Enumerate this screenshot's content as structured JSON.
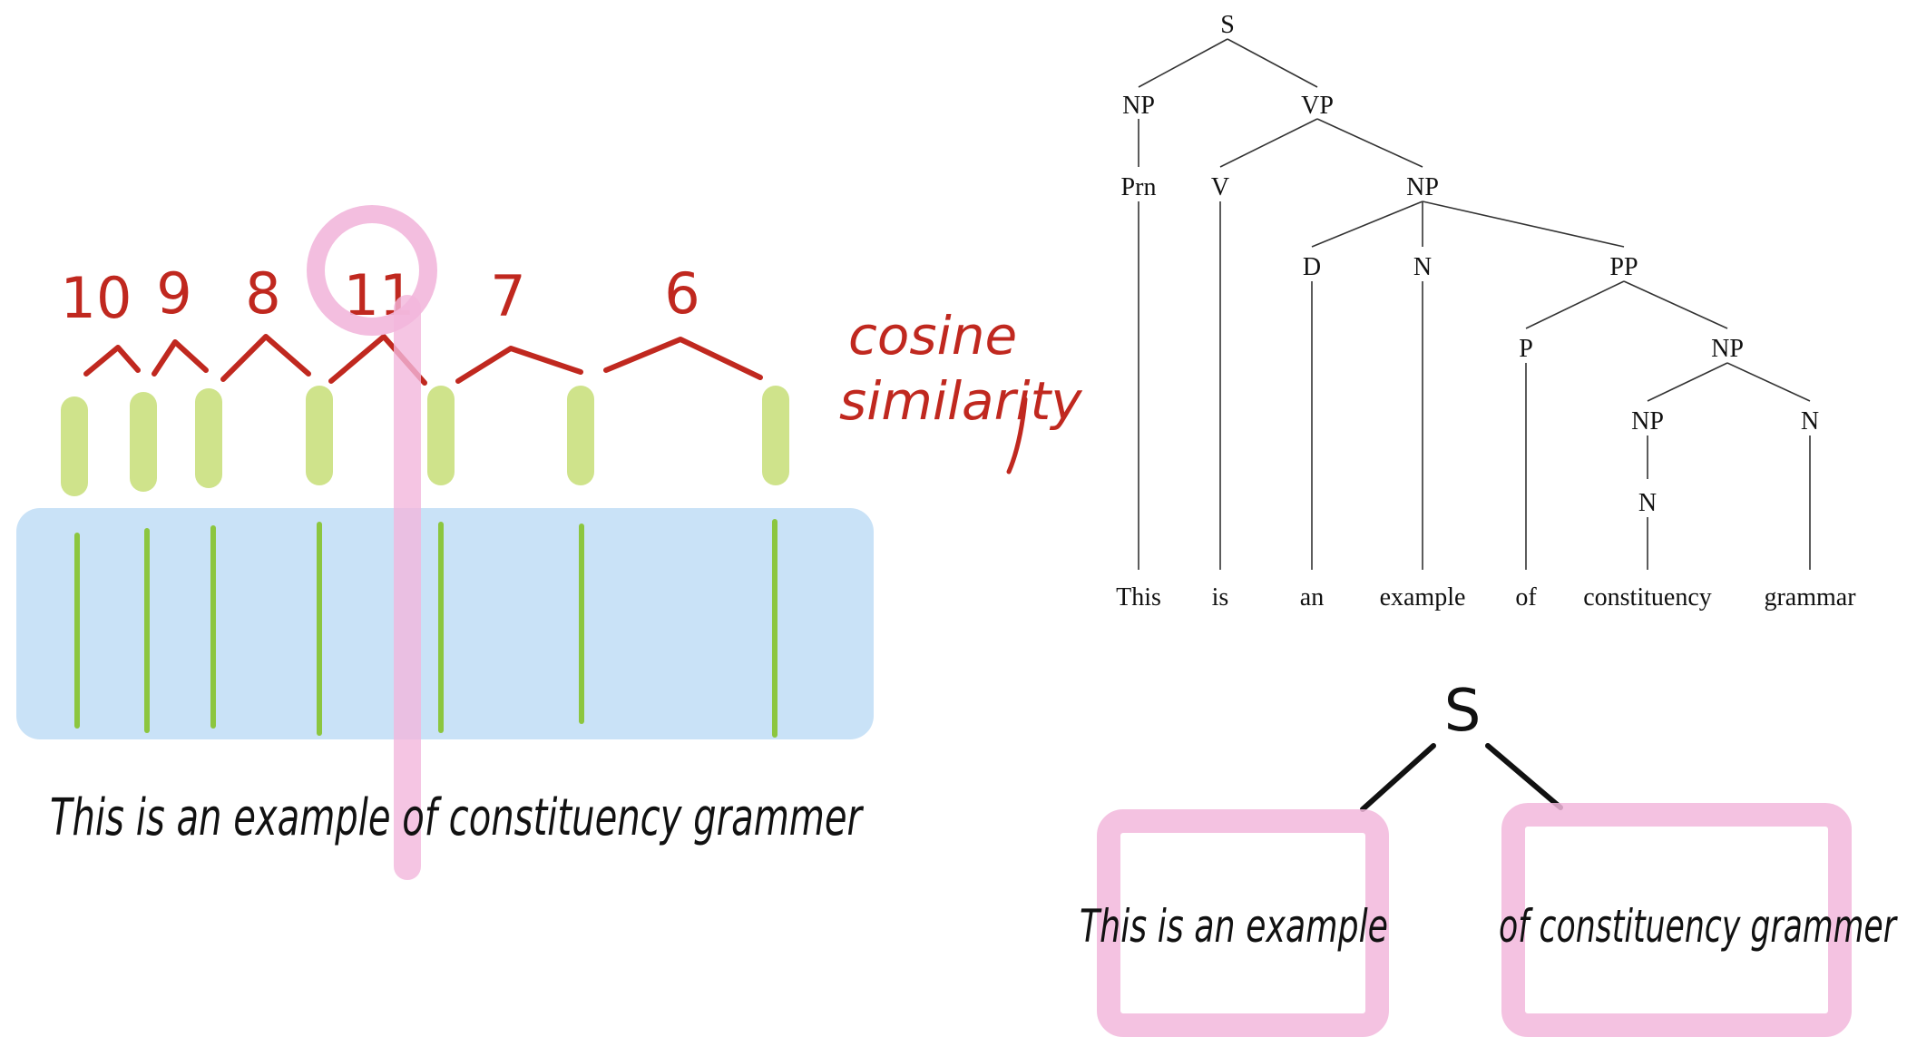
{
  "colors": {
    "highlight_pink": "#f2b7dc",
    "embedding_blue": "#c9e2f7",
    "token_green": "#8cc63f",
    "vector_green": "#cfe38b",
    "annotation_red": "#c0281f",
    "ink": "#111111",
    "tree_line": "#333333"
  },
  "left_diagram": {
    "sentence": "This is an example of constituency grammer",
    "annotation": [
      "cosine",
      "similarity"
    ],
    "similarity_scores": [
      "10",
      "9",
      "8",
      "11",
      "7",
      "6"
    ],
    "split_score": "11"
  },
  "parse_tree": {
    "nodes": [
      {
        "id": "S",
        "label": "S"
      },
      {
        "id": "NP1",
        "label": "NP"
      },
      {
        "id": "VP",
        "label": "VP"
      },
      {
        "id": "Prn",
        "label": "Prn"
      },
      {
        "id": "V",
        "label": "V"
      },
      {
        "id": "NP2",
        "label": "NP"
      },
      {
        "id": "D",
        "label": "D"
      },
      {
        "id": "N1",
        "label": "N"
      },
      {
        "id": "PP",
        "label": "PP"
      },
      {
        "id": "P",
        "label": "P"
      },
      {
        "id": "NP3",
        "label": "NP"
      },
      {
        "id": "NP4",
        "label": "NP"
      },
      {
        "id": "N2",
        "label": "N"
      },
      {
        "id": "N3",
        "label": "N"
      }
    ],
    "words": [
      "This",
      "is",
      "an",
      "example",
      "of",
      "constituency",
      "grammar"
    ]
  },
  "split_diagram": {
    "root": "S",
    "left_span": "This is an example",
    "right_span": "of constituency grammer"
  }
}
